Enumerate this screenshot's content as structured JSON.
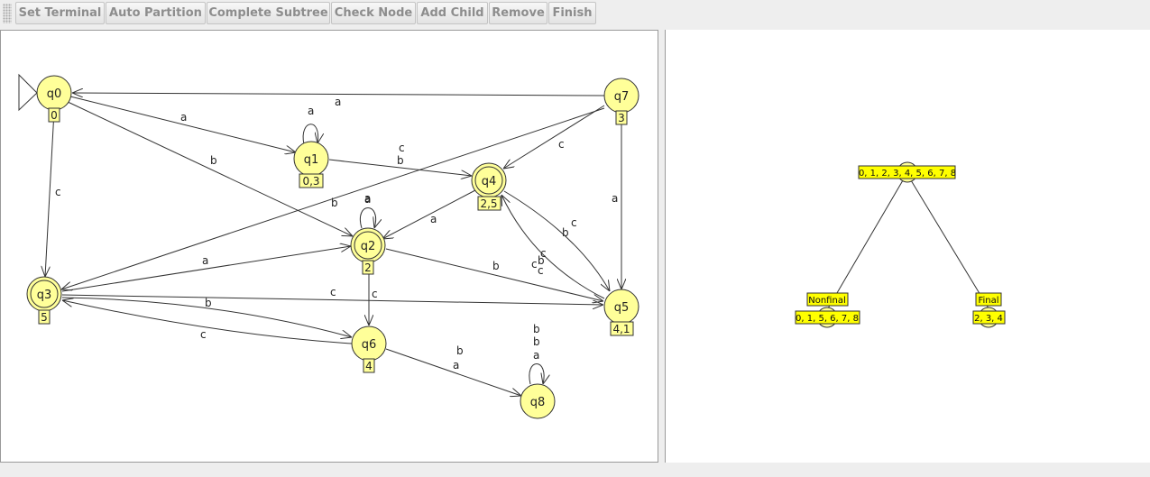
{
  "toolbar": {
    "buttons": [
      "Set Terminal",
      "Auto Partition",
      "Complete Subtree",
      "Check Node",
      "Add Child",
      "Remove",
      "Finish"
    ]
  },
  "colors": {
    "state_fill": "#ffff99",
    "label_fill": "#ffff00"
  },
  "automaton": {
    "states": [
      {
        "id": "q0",
        "label": "q0",
        "sub": "0",
        "initial": true,
        "final": false
      },
      {
        "id": "q1",
        "label": "q1",
        "sub": "0,3",
        "initial": false,
        "final": false
      },
      {
        "id": "q2",
        "label": "q2",
        "sub": "2",
        "initial": false,
        "final": true
      },
      {
        "id": "q3",
        "label": "q3",
        "sub": "5",
        "initial": false,
        "final": true
      },
      {
        "id": "q4",
        "label": "q4",
        "sub": "2,5",
        "initial": false,
        "final": true
      },
      {
        "id": "q5",
        "label": "q5",
        "sub": "4,1",
        "initial": false,
        "final": false
      },
      {
        "id": "q6",
        "label": "q6",
        "sub": "4",
        "initial": false,
        "final": false
      },
      {
        "id": "q7",
        "label": "q7",
        "sub": "3",
        "initial": false,
        "final": false
      },
      {
        "id": "q8",
        "label": "q8",
        "sub": "",
        "initial": false,
        "final": false
      }
    ],
    "edge_labels": [
      "a",
      "a",
      "b",
      "c",
      "a",
      "c",
      "b",
      "c",
      "a",
      "b",
      "a",
      "a",
      "a",
      "b",
      "c",
      "b",
      "c",
      "c",
      "b",
      "c",
      "b",
      "c",
      "a",
      "c",
      "b",
      "b",
      "a",
      "b",
      "c",
      "a"
    ]
  },
  "tree": {
    "root": "0, 1, 2, 3, 4, 5, 6, 7, 8",
    "left": {
      "label": "Nonfinal",
      "set": "0, 1, 5, 6, 7, 8"
    },
    "right": {
      "label": "Final",
      "set": "2, 3, 4"
    }
  }
}
